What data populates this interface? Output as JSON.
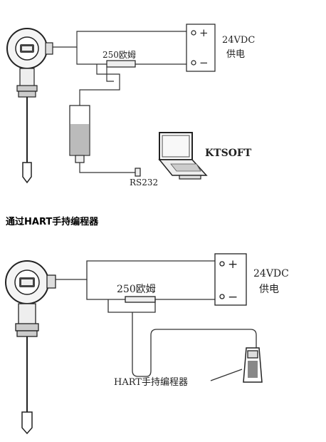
{
  "diagram_top": {
    "power_label": "24VDC",
    "power_sub": "供电",
    "resistor_label": "250欧姆",
    "software_label": "KTSOFT",
    "port_label": "RS232",
    "plus": "+",
    "minus": "−"
  },
  "section_heading": "通过HART手持编程器",
  "diagram_bottom": {
    "power_label": "24VDC",
    "power_sub": "供电",
    "resistor_label": "250欧姆",
    "handheld_label": "HART手持编程器",
    "plus": "+",
    "minus": "−"
  }
}
